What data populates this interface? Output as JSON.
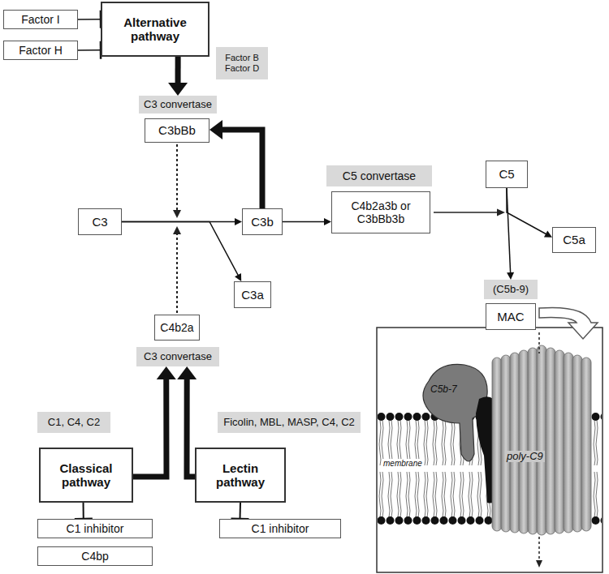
{
  "diagram": {
    "nodes": [
      {
        "text": [
          "Factor I"
        ]
      },
      {
        "text": [
          "Factor H"
        ]
      },
      {
        "text": [
          "Alternative pathway"
        ]
      },
      {
        "text": [
          "Factor B",
          "Factor D"
        ]
      },
      {
        "text": [
          "C3 convertase"
        ]
      },
      {
        "text": [
          "C3bBb"
        ]
      },
      {
        "text": [
          "C3"
        ]
      },
      {
        "text": [
          "C3b"
        ]
      },
      {
        "text": [
          "C5 convertase"
        ]
      },
      {
        "text": [
          "C4b2a3b or C3bBb3b"
        ]
      },
      {
        "text": [
          "C5"
        ]
      },
      {
        "text": [
          "C5a"
        ]
      },
      {
        "text": [
          "(C5b-9)"
        ]
      },
      {
        "text": [
          "MAC"
        ]
      },
      {
        "text": [
          "C3a"
        ]
      },
      {
        "text": [
          "C4b2a"
        ]
      },
      {
        "text": [
          "C3 convertase"
        ]
      },
      {
        "text": [
          "C1, C4, C2"
        ]
      },
      {
        "text": [
          "Ficolin, MBL, MASP, C4, C2"
        ]
      },
      {
        "text": [
          "Classical pathway"
        ]
      },
      {
        "text": [
          "Lectin pathway"
        ]
      },
      {
        "text": [
          "C1 inhibitor"
        ]
      },
      {
        "text": [
          "C4bp"
        ]
      },
      {
        "text": [
          "C1 inhibitor"
        ]
      }
    ],
    "edges": [
      {
        "from": 0,
        "to": 2,
        "arrow": "none"
      },
      {
        "from": 1,
        "to": 2,
        "arrow": "none"
      },
      {
        "from": 2,
        "to": 4,
        "arrow": "to"
      },
      {
        "from": 7,
        "to": 5,
        "arrow": "to"
      },
      {
        "from": 6,
        "to": 7,
        "arrow": "to"
      },
      {
        "from": 6,
        "to": 14,
        "arrow": "to"
      },
      {
        "from": 7,
        "to": 9,
        "arrow": "to"
      },
      {
        "from": 10,
        "to": 11,
        "arrow": "to"
      },
      {
        "from": 10,
        "to": 12,
        "arrow": "to"
      },
      {
        "from": 19,
        "to": 16,
        "arrow": "to"
      },
      {
        "from": 20,
        "to": 16,
        "arrow": "to"
      },
      {
        "from": 21,
        "to": 19,
        "arrow": "none"
      },
      {
        "from": 23,
        "to": 20,
        "arrow": "none"
      }
    ],
    "labels": [
      "C5b-7",
      "membrane",
      "poly-C9"
    ]
  }
}
